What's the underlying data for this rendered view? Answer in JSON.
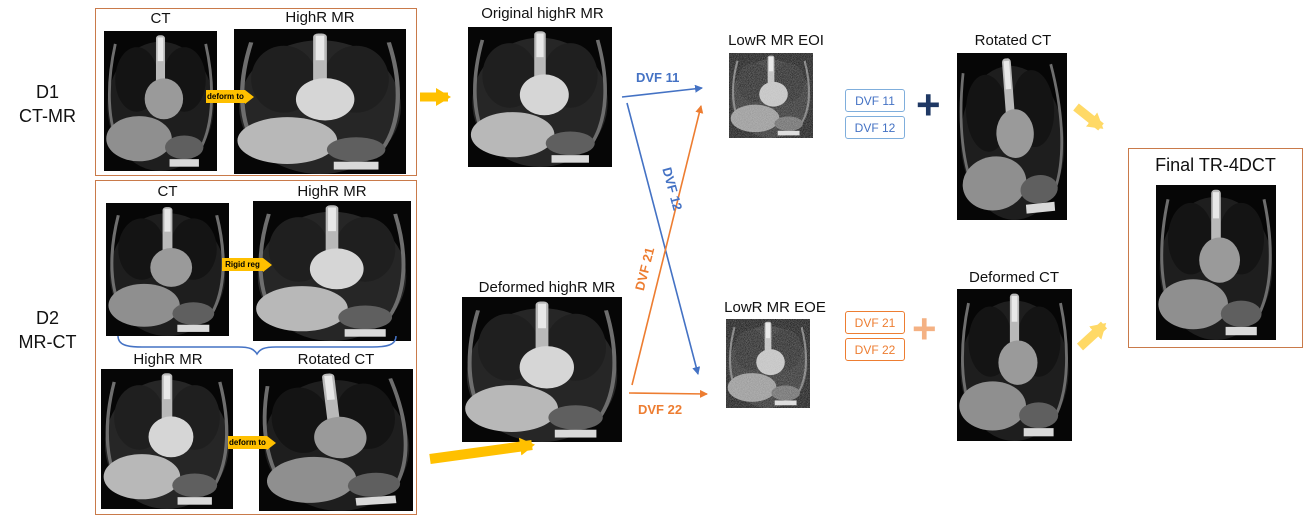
{
  "colors": {
    "blue_accent": "#4472C4",
    "orange_accent": "#ED7D31",
    "yellow_arrow": "#FFC000",
    "light_yellow_arrow": "#FFD966",
    "box_border_orange": "#C97A4A",
    "plus_dark_blue": "#1F3864",
    "plus_light_orange": "#F4B183"
  },
  "labels": {
    "d1_line1": "D1",
    "d1_line2": "CT-MR",
    "d2_line1": "D2",
    "d2_line2": "MR-CT",
    "box1_ct": "CT",
    "box1_mr": "HighR MR",
    "box1_arrow": "deform to",
    "box2_ct": "CT",
    "box2_mr": "HighR MR",
    "box2_rigid": "Rigid reg",
    "box2_mr2": "HighR MR",
    "box2_rotct": "Rotated CT",
    "box2_arrow": "deform to",
    "original_mr": "Original highR MR",
    "deformed_mr": "Deformed highR MR",
    "lowr_eoi": "LowR MR EOI",
    "lowr_eoe": "LowR MR EOE",
    "rotated_ct": "Rotated CT",
    "deformed_ct": "Deformed CT",
    "final_title": "Final TR-4DCT",
    "plus_top": "+",
    "plus_bottom": "+"
  },
  "dvf": {
    "arrow_11": "DVF 11",
    "arrow_12": "DVF 12",
    "arrow_21": "DVF 21",
    "arrow_22": "DVF 22",
    "box_11": "DVF 11",
    "box_12": "DVF 12",
    "box_21": "DVF 21",
    "box_22": "DVF 22"
  }
}
